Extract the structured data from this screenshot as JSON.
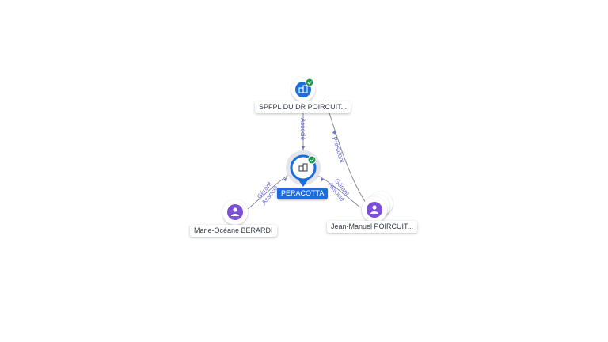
{
  "nodes": {
    "center": {
      "label": "PERACOTTA",
      "icon": "building-icon",
      "verified": true,
      "color": "#1a6ddf"
    },
    "top": {
      "label": "SPFPL DU DR POIRCUIT...",
      "icon": "building-icon",
      "verified": true,
      "color": "#1a6ddf"
    },
    "left": {
      "label": "Marie-Océane BERARDI",
      "icon": "person-icon",
      "color": "#7b4fd6"
    },
    "right": {
      "label": "Jean-Manuel POIRCUIT...",
      "icon": "person-icon",
      "color": "#7b4fd6"
    }
  },
  "edges": {
    "top_center": "Associé",
    "top_right": "Président",
    "left_center_1": "Gérant",
    "left_center_2": "Associé",
    "right_center_1": "Gérant",
    "right_center_2": "Associé"
  },
  "colors": {
    "verified": "#1e9a4f",
    "edge_label": "#6b6fd6"
  }
}
